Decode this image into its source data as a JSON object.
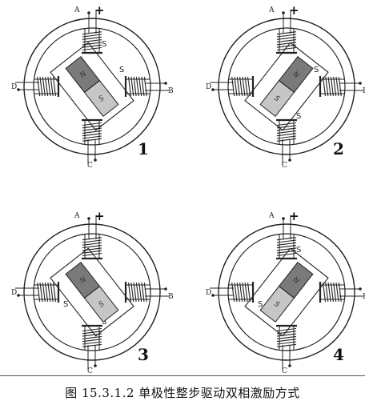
{
  "figure": {
    "caption": "图 15.3.1.2  单极性整步驱动双相激励方式",
    "terminal_labels": {
      "A": "A",
      "B": "B",
      "C": "C",
      "D": "D",
      "plus": "+"
    },
    "pole_letters": {
      "S": "S",
      "N": "N"
    },
    "colors": {
      "stroke": "#222222",
      "north": "#7a7a7a",
      "south": "#c6c6c6",
      "background": "#ffffff"
    },
    "panels": [
      {
        "number": "1",
        "rotor_angle": -38,
        "stator_S": [
          "top",
          "right"
        ]
      },
      {
        "number": "2",
        "rotor_angle": 38,
        "stator_S": [
          "right",
          "bottom"
        ]
      },
      {
        "number": "3",
        "rotor_angle": -38,
        "stator_S": [
          "bottom",
          "left"
        ]
      },
      {
        "number": "4",
        "rotor_angle": 38,
        "stator_S": [
          "left",
          "top"
        ]
      }
    ]
  }
}
